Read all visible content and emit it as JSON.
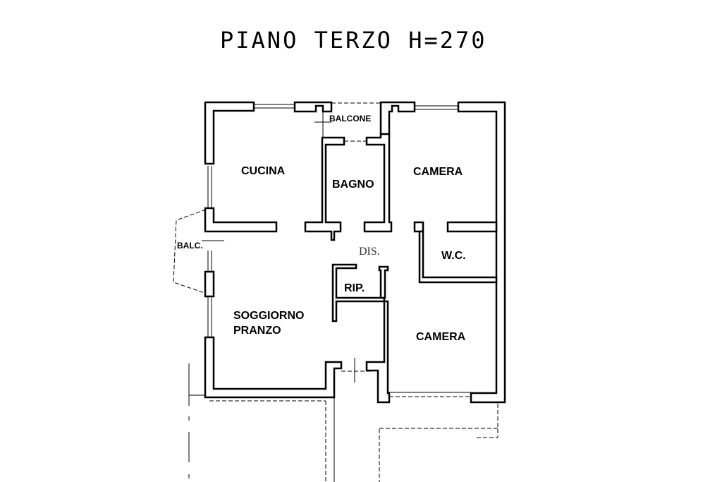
{
  "title": "PIANO TERZO H=270",
  "rooms": {
    "cucina": "CUCINA",
    "bagno": "BAGNO",
    "camera_1": "CAMERA",
    "camera_2": "CAMERA",
    "wc": "W.C.",
    "dis": "DIS.",
    "rip": "RIP.",
    "soggiorno": "SOGGIORNO",
    "pranzo": "PRANZO",
    "balcone": "BALCONE",
    "balc": "BALC."
  }
}
